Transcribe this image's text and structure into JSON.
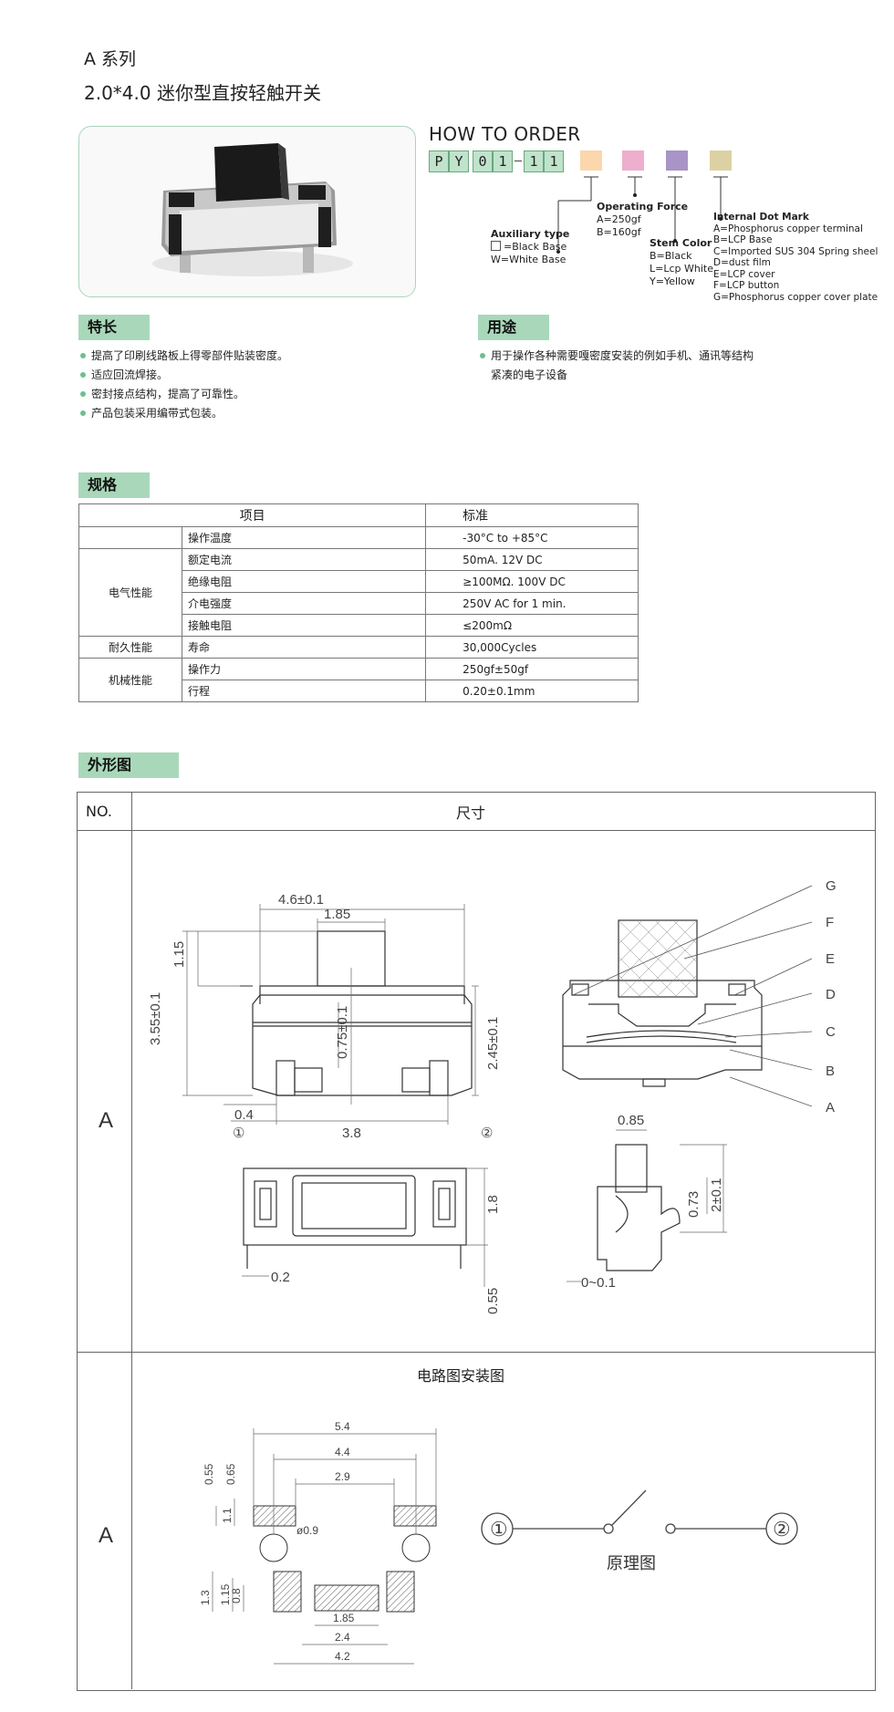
{
  "header": {
    "series": "A 系列",
    "title": "2.0*4.0 迷你型直按轻触开关"
  },
  "order": {
    "title": "HOW TO ORDER",
    "code": [
      "P",
      "Y",
      "0",
      "1",
      "1",
      "1"
    ],
    "swatch_colors": [
      "#fbd7ab",
      "#eeaecd",
      "#a894c6",
      "#dcd1a2"
    ],
    "operating_force": {
      "title": "Operating Force",
      "a": "A=250gf",
      "b": "B=160gf"
    },
    "auxiliary": {
      "title": "Auxiliary type",
      "black": "=Black Base",
      "white": "W=White Base"
    },
    "stem": {
      "title": "Stem Color",
      "b": "B=Black",
      "l": "L=Lcp White",
      "y": "Y=Yellow"
    },
    "dot_mark": {
      "title": "Internal Dot Mark",
      "lines": [
        "A=Phosphorus copper terminal",
        "B=LCP  Base",
        "C=Imported SUS 304 Spring sheel",
        "D=dust film",
        "E=LCP cover",
        "F=LCP button",
        "G=Phosphorus copper cover plate"
      ]
    }
  },
  "features": {
    "title": "特长",
    "items": [
      "提高了印刷线路板上得零部件贴装密度。",
      "适应回流焊接。",
      "密封接点结构，提高了可靠性。",
      "产品包装采用编带式包装。"
    ]
  },
  "usage": {
    "title": "用途",
    "line1": "用于操作各种需要嘎密度安装的例如手机、通讯等结构",
    "line2": "紧凑的电子设备"
  },
  "spec": {
    "title": "规格",
    "head_item": "项目",
    "head_std": "标准",
    "rows": [
      {
        "group": "",
        "item": "操作温度",
        "value": "-30°C to +85°C"
      },
      {
        "group": "电气性能",
        "item": "额定电流",
        "value": "50mA. 12V DC"
      },
      {
        "group": "",
        "item": "绝缘电阻",
        "value": "≥100MΩ. 100V DC"
      },
      {
        "group": "",
        "item": "介电强度",
        "value": "250V AC for 1 min."
      },
      {
        "group": "",
        "item": "接触电阻",
        "value": "≤200mΩ"
      },
      {
        "group": "耐久性能",
        "item": "寿命",
        "value": "30,000Cycles"
      },
      {
        "group": "机械性能",
        "item": "操作力",
        "value": "250gf±50gf"
      },
      {
        "group": "",
        "item": "行程",
        "value": "0.20±0.1mm"
      }
    ]
  },
  "outline": {
    "title": "外形图",
    "col_no": "NO.",
    "col_dim": "尺寸",
    "row1_no": "A",
    "row2_no": "A",
    "circuit_title": "电路图安装图",
    "schematic_label": "原理图",
    "front": {
      "w_total": "4.6±0.1",
      "w_stem": "1.85",
      "h_stem": "1.15",
      "h_total": "3.55±0.1",
      "h_mid": "0.75±0.1",
      "h_body": "2.45±0.1",
      "pin": "0.4",
      "pitch": "3.8",
      "pin1": "①",
      "pin2": "②"
    },
    "section_letters": [
      "G",
      "F",
      "E",
      "D",
      "C",
      "B",
      "A"
    ],
    "bottom": {
      "h": "1.8",
      "t": "0.2",
      "leg": "0.55"
    },
    "side": {
      "w": "0.85",
      "h1": "0.73",
      "h2": "2±0.1",
      "gap": "0~0.1"
    },
    "pcb": {
      "w1": "5.4",
      "w2": "4.4",
      "w3": "2.9",
      "w4": "1.85",
      "w5": "2.4",
      "w6": "4.2",
      "h1": "0.55",
      "h2": "0.65",
      "h3": "1.1",
      "hole": "ø0.9",
      "h4": "1.3",
      "h5": "1.15",
      "h6": "0.8"
    },
    "schem": {
      "p1": "①",
      "p2": "②"
    }
  }
}
